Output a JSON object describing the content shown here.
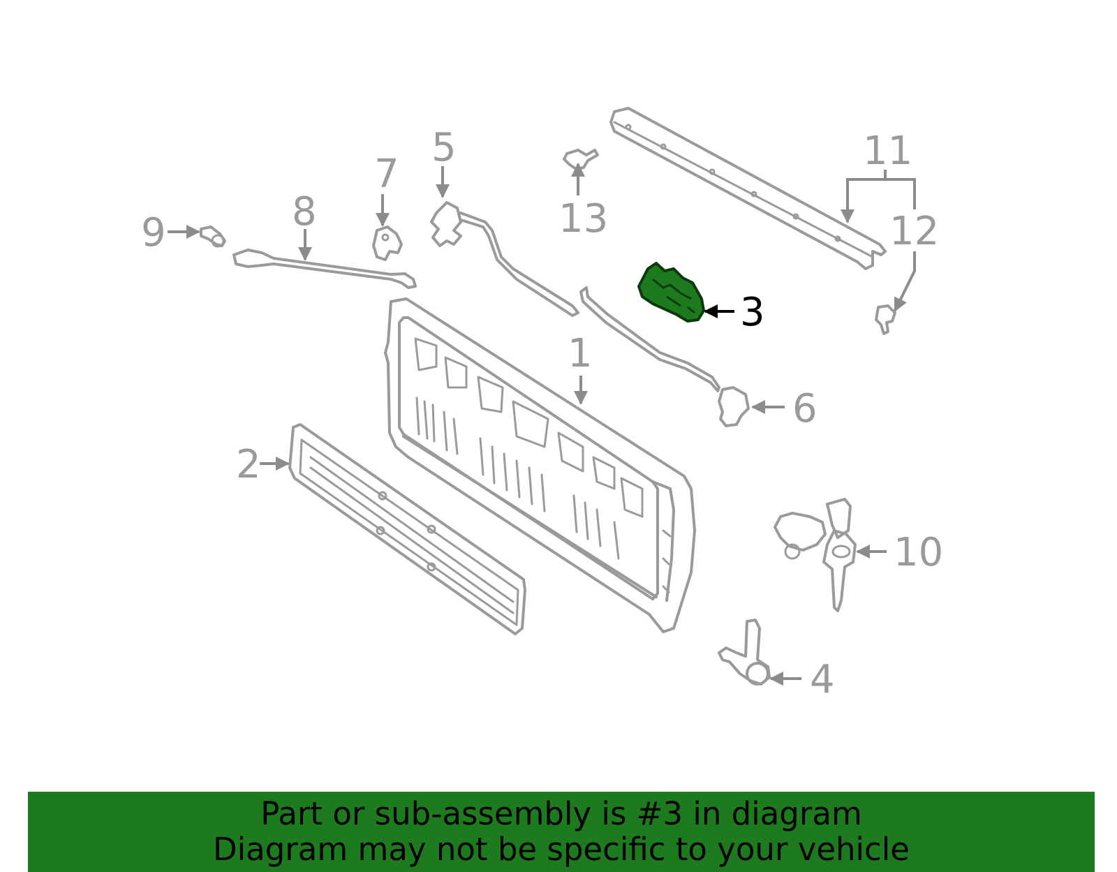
{
  "colors": {
    "highlight": "#1e7a1e",
    "part_stroke": "#9a9a9a",
    "banner_background": "#1e7a1e",
    "banner_text": "#000000"
  },
  "callouts": {
    "c1": "1",
    "c2": "2",
    "c3": "3",
    "c4": "4",
    "c5": "5",
    "c6": "6",
    "c7": "7",
    "c8": "8",
    "c9": "9",
    "c10": "10",
    "c11": "11",
    "c12": "12",
    "c13": "13"
  },
  "highlighted_callout": "3",
  "banner": {
    "line1": "Part or sub-assembly is #3 in diagram",
    "line2": "Diagram may not be specific to your vehicle"
  }
}
